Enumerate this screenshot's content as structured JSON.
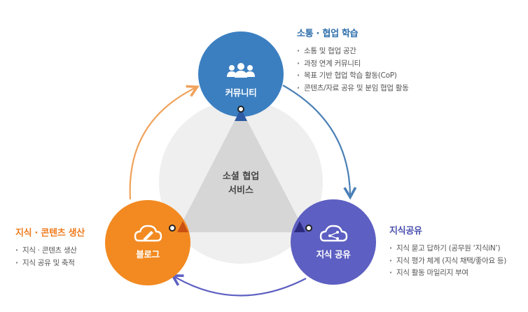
{
  "center": {
    "line1": "소셜 협업",
    "line2": "서비스"
  },
  "nodes": {
    "community": {
      "label": "커뮤니티",
      "color": "#3b7fc1",
      "icon": "people-group-icon"
    },
    "share": {
      "label": "지식 공유",
      "color": "#5d5fc2",
      "icon": "cloud-share-icon"
    },
    "blog": {
      "label": "블로그",
      "color": "#f28a21",
      "icon": "cloud-pencil-icon"
    }
  },
  "panels": {
    "community": {
      "title": "소통 · 협업 학습",
      "items": [
        "소통 및 협업 공간",
        "과정 연계 커뮤니티",
        "목표 기반 협업 학습 활동(CoP)",
        "콘텐츠/자료 공유 및 분임 협업 활동"
      ]
    },
    "share": {
      "title": "지식공유",
      "items": [
        "지식 묻고 답하기 (공무원 ‘지식iN’)",
        "지식 평가 체계 (지식 채택/좋아요 등)",
        "지식 활동 마일리지 부여"
      ]
    },
    "blog": {
      "title": "지식 · 콘텐츠 생산",
      "items": [
        "지식 · 콘텐츠 생산",
        "지식 공유 및 축적"
      ]
    }
  },
  "colors": {
    "arrow_community_to_share": "#4a7fb5",
    "arrow_share_to_blog": "#5d5fc2",
    "arrow_blog_to_community": "#f0a25a",
    "background_circle": "#efefef",
    "triangle": "#d6d6d6"
  }
}
